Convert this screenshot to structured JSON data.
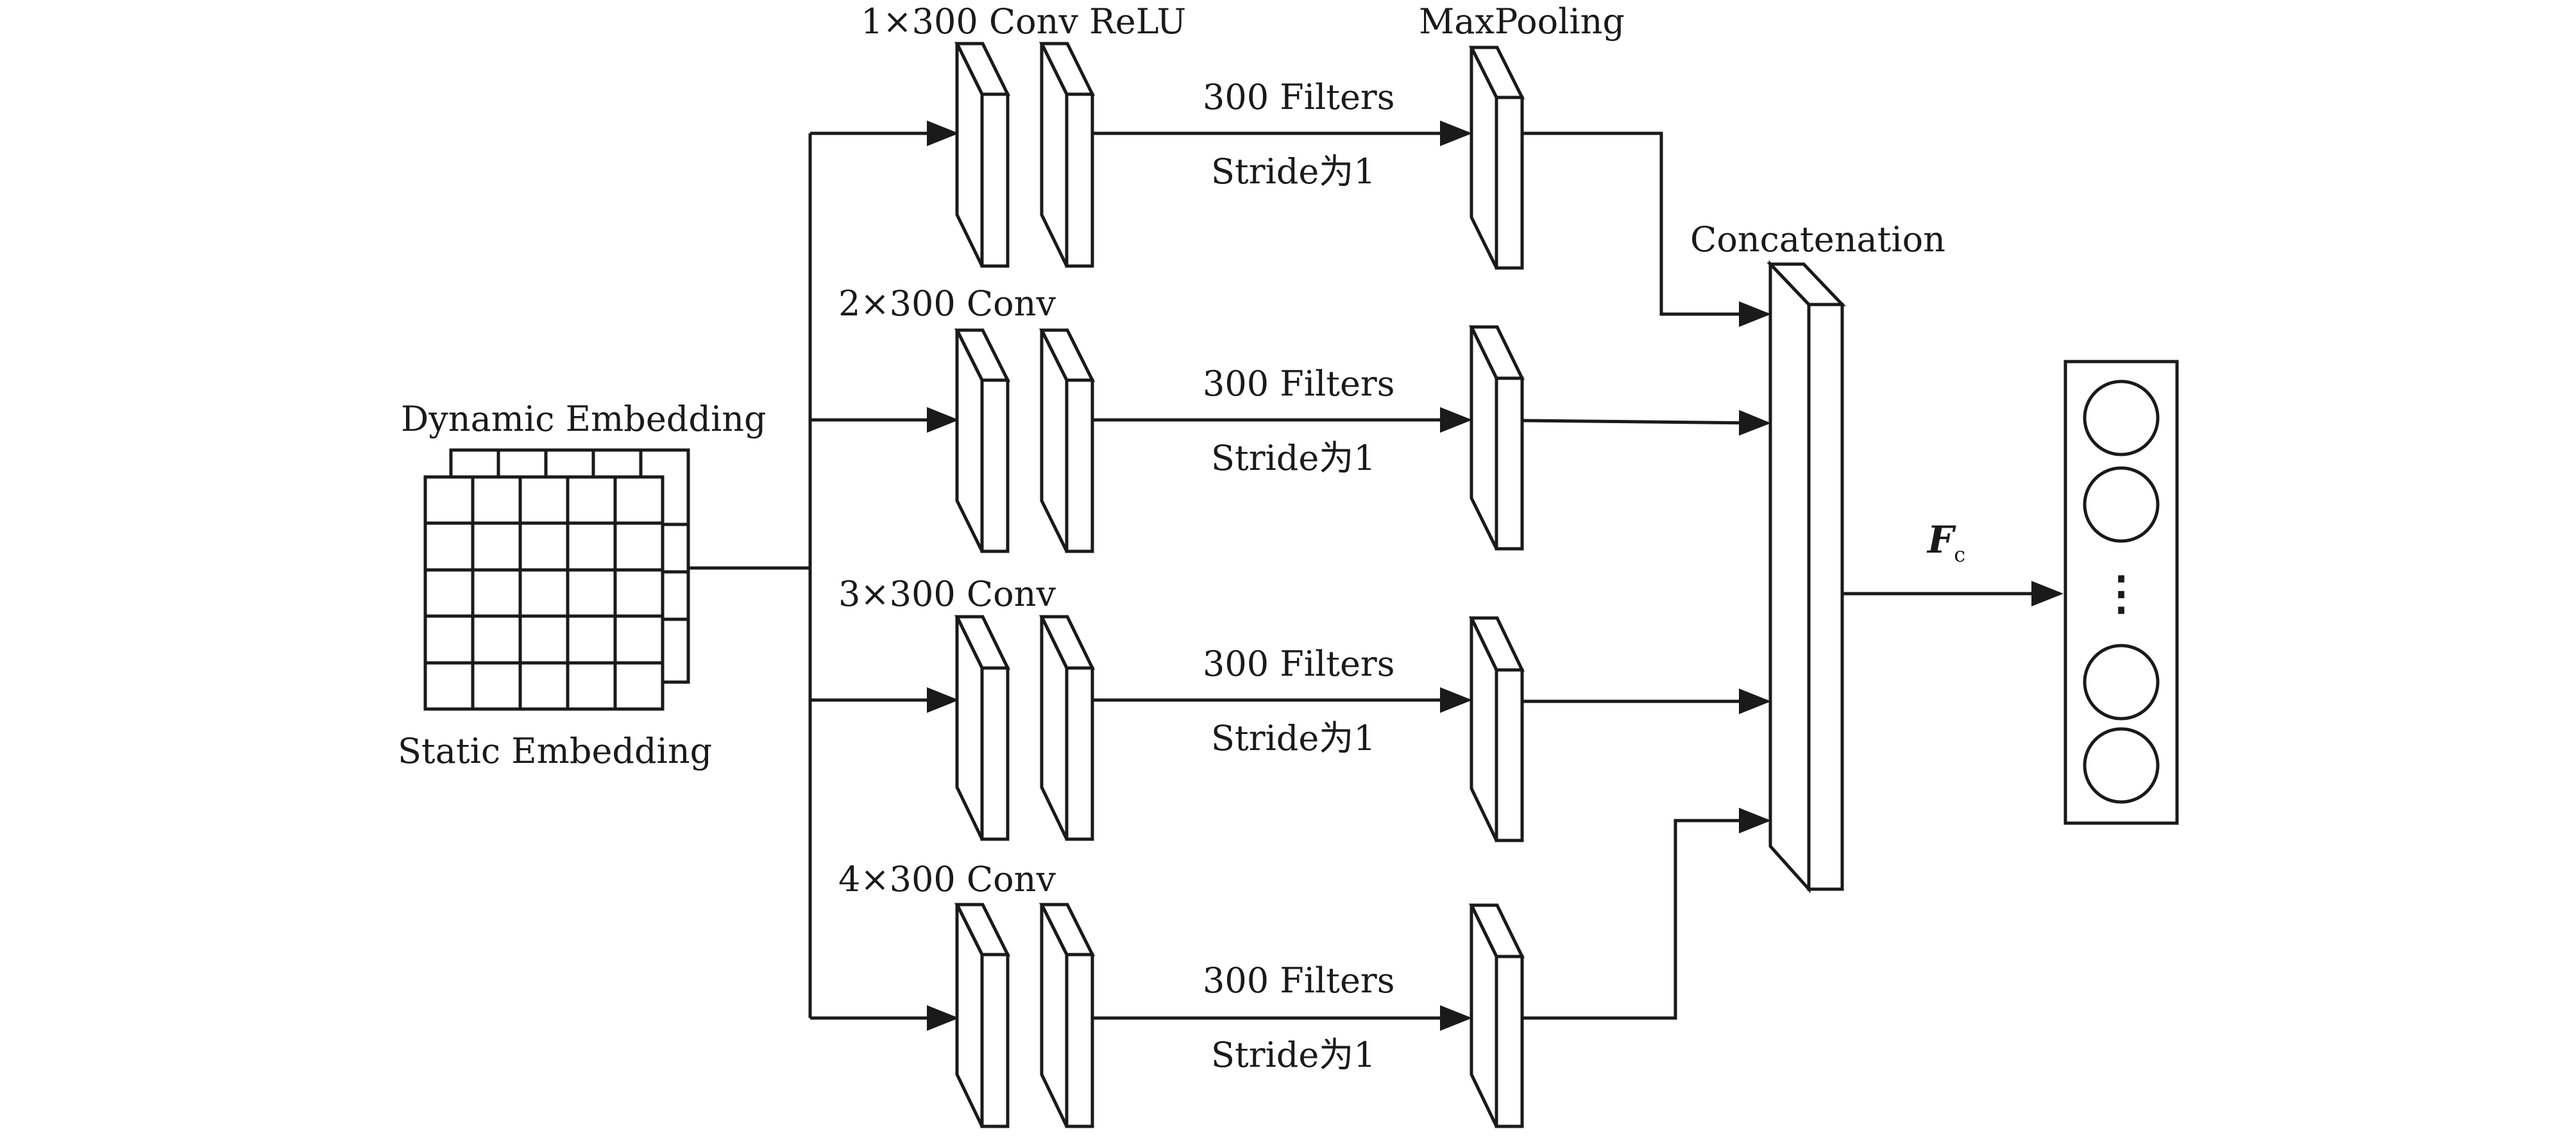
{
  "embedding": {
    "dynamic_label": "Dynamic Embedding",
    "static_label": "Static Embedding"
  },
  "branches": [
    {
      "conv_label": "1×300 Conv ReLU",
      "filters_label": "300 Filters",
      "stride_label": "Stride为1"
    },
    {
      "conv_label": "2×300 Conv",
      "filters_label": "300 Filters",
      "stride_label": "Stride为1"
    },
    {
      "conv_label": "3×300 Conv",
      "filters_label": "300 Filters",
      "stride_label": "Stride为1"
    },
    {
      "conv_label": "4×300 Conv",
      "filters_label": "300 Filters",
      "stride_label": "Stride为1"
    }
  ],
  "pooling": {
    "label": "MaxPooling"
  },
  "concatenation": {
    "label": "Concatenation"
  },
  "output": {
    "feature_label": "F",
    "feature_subscript": "c",
    "ellipsis": "⋮"
  }
}
